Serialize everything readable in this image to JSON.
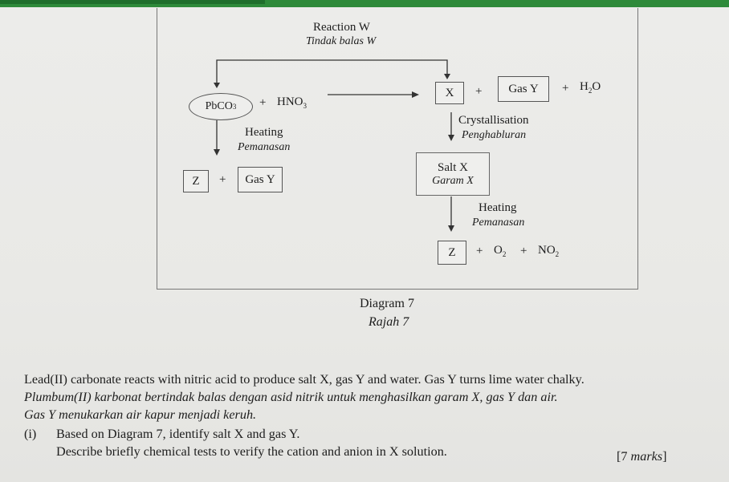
{
  "diagram": {
    "reaction_w_label": "Reaction W",
    "reaction_w_label_ms": "Tindak balas W",
    "reactant1": "PbCO",
    "reactant1_sub": "3",
    "plus": "+",
    "reactant2": "HNO",
    "reactant2_sub": "3",
    "product_x": "X",
    "product_gas_y": "Gas Y",
    "water": "H",
    "water_sub": "2",
    "water_tail": "O",
    "crystallisation_label": "Crystallisation",
    "crystallisation_label_ms": "Penghabluran",
    "salt_x_label": "Salt X",
    "salt_x_label_ms": "Garam X",
    "heating_label": "Heating",
    "heating_label_ms": "Pemanasan",
    "product_z": "Z",
    "oxygen": "O",
    "oxygen_sub": "2",
    "no2": "NO",
    "no2_sub": "2",
    "caption": "Diagram 7",
    "caption_ms": "Rajah 7"
  },
  "question": {
    "line1": "Lead(II) carbonate reacts with nitric acid to produce salt X, gas Y and water. Gas Y turns lime water chalky.",
    "line2": "Plumbum(II) karbonat bertindak balas dengan asid nitrik untuk menghasilkan garam X, gas Y dan air.",
    "line3": "Gas Y menukarkan air kapur menjadi keruh.",
    "part_label": "(i)",
    "part_line1": "Based on Diagram 7, identify salt X and gas Y.",
    "part_line2": "Describe briefly chemical tests to verify the cation and anion in X solution.",
    "marks_open": "[7 ",
    "marks_word": "marks",
    "marks_close": "]"
  }
}
